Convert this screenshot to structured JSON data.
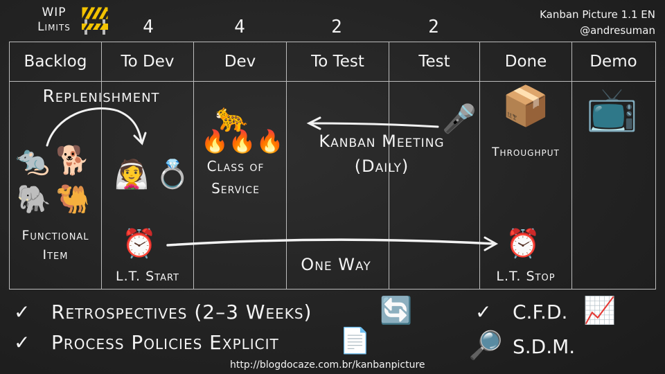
{
  "header": {
    "wip_limits_label": "WIP Limits",
    "wip_icon": "construction-barrier-icon",
    "limits": {
      "to_dev": "4",
      "dev": "4",
      "to_test": "2",
      "test": "2"
    },
    "title": "Kanban Picture 1.1 EN",
    "author": "@andresuman"
  },
  "columns": [
    "Backlog",
    "To Dev",
    "Dev",
    "To Test",
    "Test",
    "Done",
    "Demo"
  ],
  "board": {
    "replenishment": "Replenishment",
    "functional_item": "Functional Item",
    "lt_start": "L.T. Start",
    "class_of_service": "Class of Service",
    "kanban_meeting": "Kanban Meeting",
    "daily": "(Daily)",
    "one_way": "One Way",
    "throughput": "Throughput",
    "lt_stop": "L.T. Stop"
  },
  "icons": {
    "backlog_animals": [
      "rat-icon",
      "dog-icon",
      "elephant-icon",
      "camel-icon"
    ],
    "to_dev": [
      "bride-icon",
      "ring-icon"
    ],
    "dev": [
      "fire-icon",
      "leopard-icon"
    ],
    "meeting": "microphone-icon",
    "done": "package-box-icon",
    "demo": "television-icon",
    "clock": "alarm-clock-icon"
  },
  "bottom": {
    "check_mark": "✓",
    "retrospectives": "Retrospectives (2–3 Weeks)",
    "process_policies": "Process Policies Explicit",
    "cfd": "C.F.D.",
    "sdm": "S.D.M.",
    "url": "http://blogdocaze.com.br/kanbanpicture"
  }
}
